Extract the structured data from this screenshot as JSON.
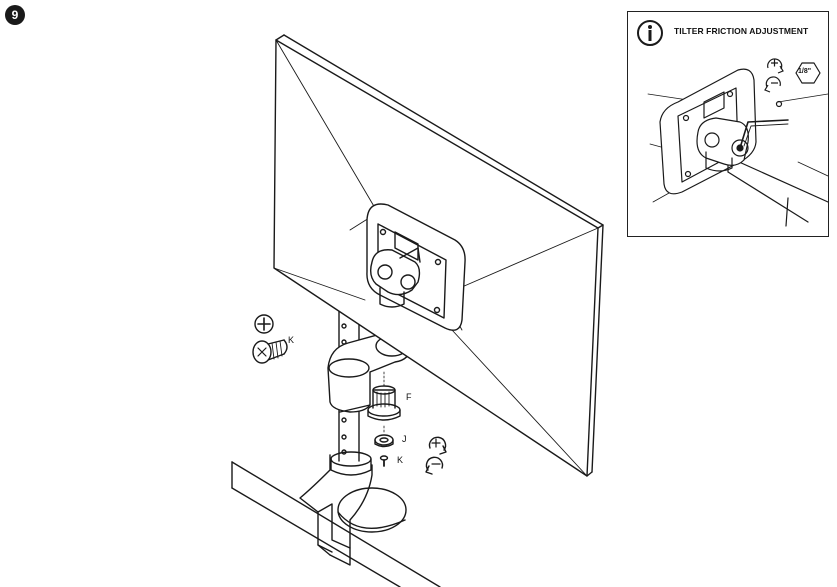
{
  "step": {
    "number": "9"
  },
  "labels": {
    "screw_top": "K",
    "knob": "F",
    "washer": "J",
    "screw_bottom": "K"
  },
  "inset": {
    "title": "TILTER FRICTION ADJUSTMENT",
    "hex_size": "1/8\"",
    "icon": "info-icon"
  },
  "icons": {
    "tighten": "rotate-plus-icon",
    "loosen": "rotate-minus-icon",
    "screw_head": "phillips-screw-icon"
  }
}
